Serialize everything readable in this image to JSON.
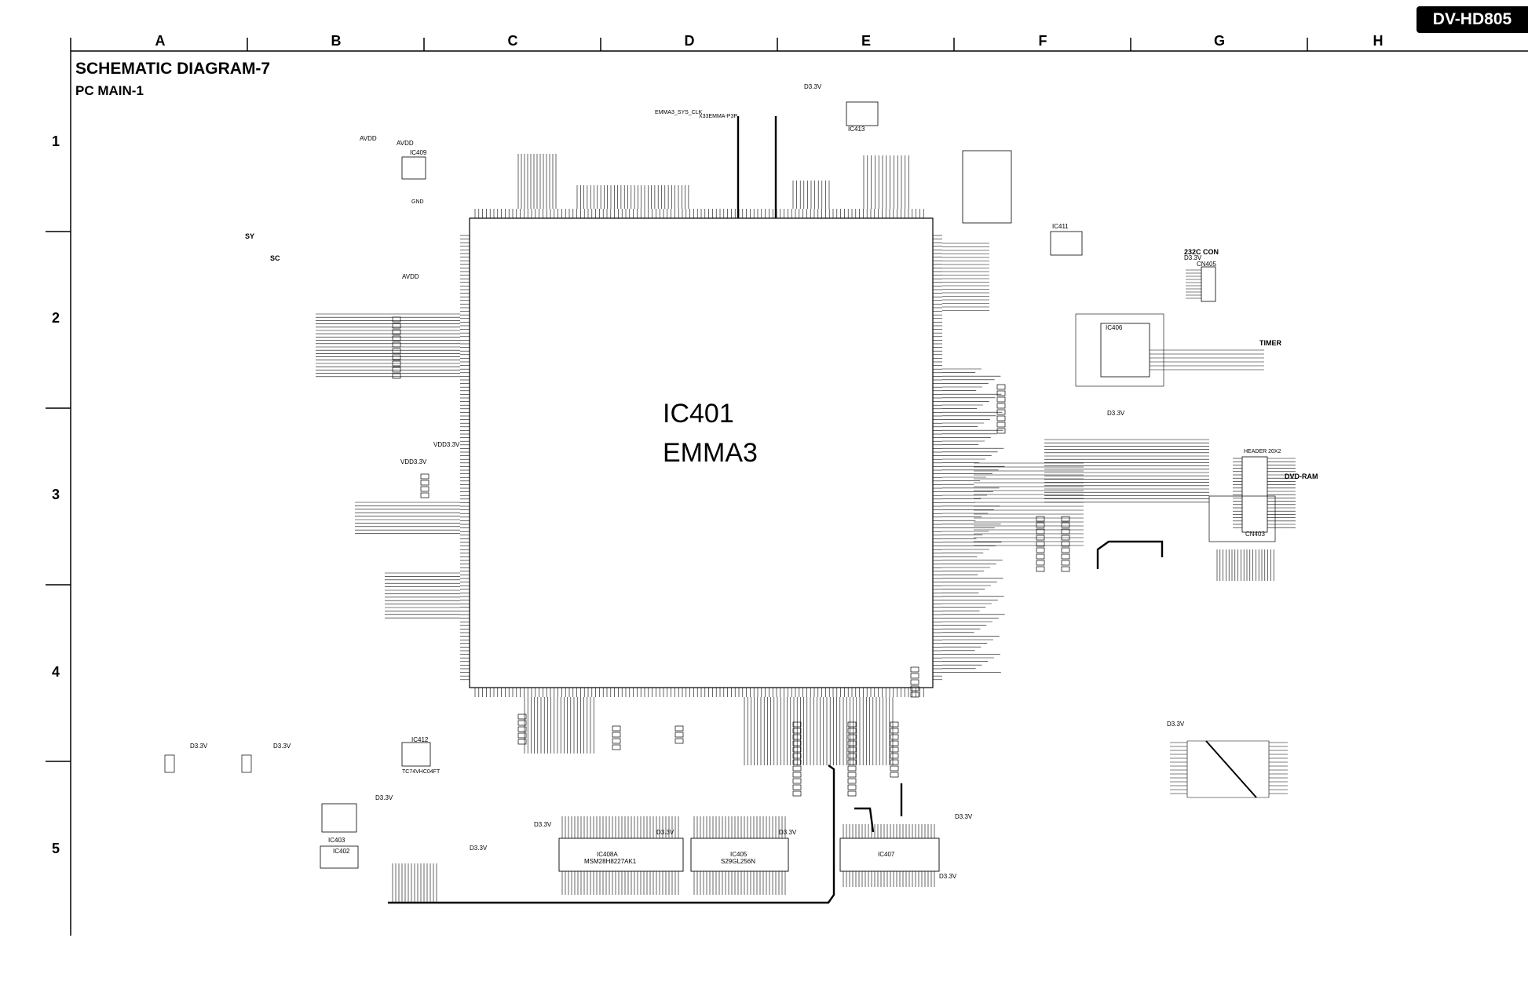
{
  "header": {
    "model": "DV-HD805",
    "title": "SCHEMATIC DIAGRAM-7",
    "subtitle": "PC MAIN-1"
  },
  "grid": {
    "columns": [
      "A",
      "B",
      "C",
      "D",
      "E",
      "F",
      "G",
      "H"
    ],
    "rows": [
      "1",
      "2",
      "3",
      "4",
      "5"
    ]
  },
  "main_ic": {
    "ref": "IC401",
    "part": "EMMA3"
  },
  "components": {
    "ic413": "IC413",
    "ic409": "IC409",
    "ic411": "IC411",
    "ic406": "IC406",
    "ic412": "IC412",
    "ic412_part": "TC74VHC04FT",
    "ic403": "IC403",
    "ic402": "IC402",
    "ic408a": "IC408A",
    "ic408a_part": "MSM28H8227AK1",
    "ic405": "IC405",
    "ic405_part": "S29GL256N",
    "ic407": "IC407",
    "cn405": "CN405",
    "cn403": "CN403"
  },
  "power_labels": {
    "d33_top": "D3.3V",
    "avdd_1": "AVDD",
    "avdd_2": "AVDD",
    "avdd_3": "AVDD",
    "vdd33_1": "VDD3.3V",
    "vdd33_2": "VDD3.3V",
    "d33_ic406": "D3.3V",
    "d33_232": "D3.3V",
    "d33_a": "D3.3V",
    "d33_b": "D3.3V",
    "d33_c": "D3.3V",
    "d33_d": "D3.3V",
    "d33_e": "D3.3V",
    "d33_f": "D3.3V",
    "d33_g": "D3.3V",
    "d33_h": "D3.3V",
    "d33_i": "D3.3V",
    "d33_j": "D3.3V",
    "gnd": "GND"
  },
  "signal_labels": {
    "sy": "SY",
    "sc": "SC",
    "con232": "232C CON",
    "timer": "TIMER",
    "dvd_ram": "DVD-RAM",
    "header": "HEADER 20X2",
    "clk_net": "EMMA3_SYS_CLK",
    "clk_conn": "X33EMMA-P3P"
  }
}
